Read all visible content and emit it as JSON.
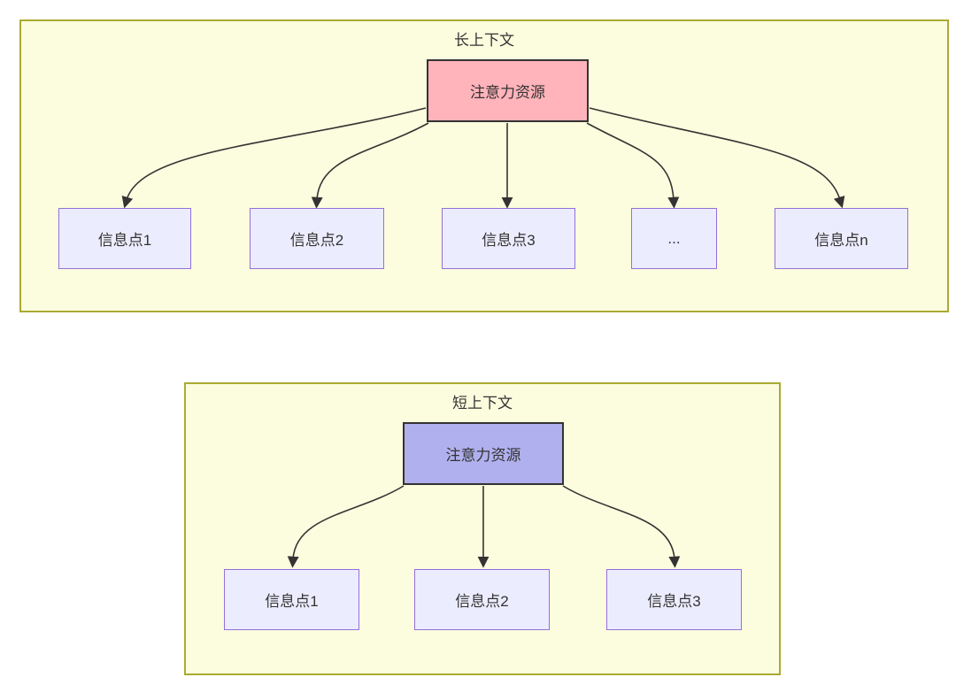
{
  "diagram_type": "flowchart",
  "sections": [
    {
      "title": "长上下文",
      "attention_node": {
        "label": "注意力资源",
        "fill": "#FFB3BA"
      },
      "info_nodes": [
        {
          "label": "信息点1"
        },
        {
          "label": "信息点2"
        },
        {
          "label": "信息点3"
        },
        {
          "label": "..."
        },
        {
          "label": "信息点n"
        }
      ],
      "edges": [
        {
          "from": "注意力资源",
          "to": "信息点1"
        },
        {
          "from": "注意力资源",
          "to": "信息点2"
        },
        {
          "from": "注意力资源",
          "to": "信息点3"
        },
        {
          "from": "注意力资源",
          "to": "..."
        },
        {
          "from": "注意力资源",
          "to": "信息点n"
        }
      ]
    },
    {
      "title": "短上下文",
      "attention_node": {
        "label": "注意力资源",
        "fill": "#B0B0EE"
      },
      "info_nodes": [
        {
          "label": "信息点1"
        },
        {
          "label": "信息点2"
        },
        {
          "label": "信息点3"
        }
      ],
      "edges": [
        {
          "from": "注意力资源",
          "to": "信息点1"
        },
        {
          "from": "注意力资源",
          "to": "信息点2"
        },
        {
          "from": "注意力资源",
          "to": "信息点3"
        }
      ]
    }
  ],
  "colors": {
    "section_background": "#FCFCDE",
    "section_border": "#AAAA33",
    "info_node_background": "#ECECFF",
    "info_node_border": "#9370DB",
    "attention_long_fill": "#FFB3BA",
    "attention_short_fill": "#B0B0EE",
    "node_border": "#333333",
    "edge_color": "#333333",
    "text_color": "#333333"
  }
}
